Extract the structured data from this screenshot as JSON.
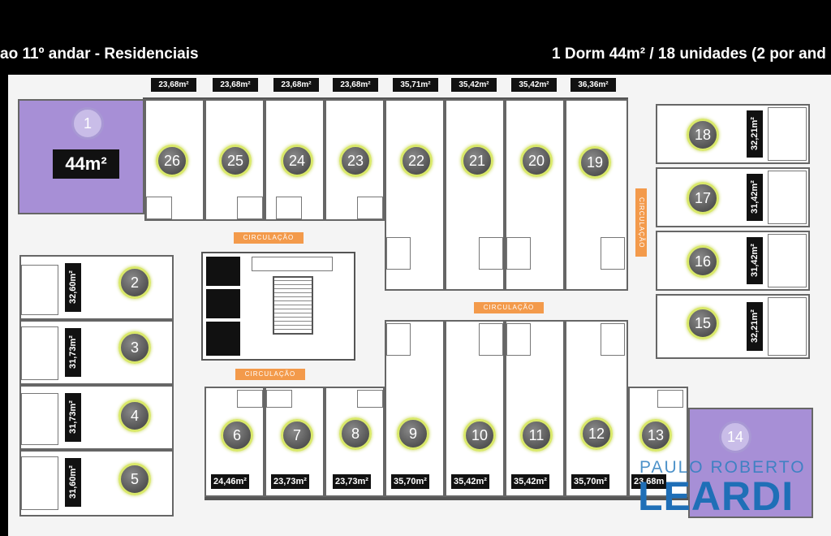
{
  "header": {
    "title_left": "ao 11º andar - Residenciais",
    "title_right": "1 Dorm  44m² / 18 unidades (2 por and"
  },
  "top_areas": [
    "23,68m²",
    "23,68m²",
    "23,68m²",
    "23,68m²",
    "35,71m²",
    "35,42m²",
    "35,42m²",
    "36,36m²"
  ],
  "circulation_label": "CIRCULAÇÃO",
  "unit1_area": "44m²",
  "top_units": [
    "26",
    "25",
    "24",
    "23",
    "22",
    "21",
    "20",
    "19"
  ],
  "right_units": [
    {
      "n": "18",
      "area": "32,21m²"
    },
    {
      "n": "17",
      "area": "31,42m²"
    },
    {
      "n": "16",
      "area": "31,42m²"
    },
    {
      "n": "15",
      "area": "32,21m²"
    }
  ],
  "left_units": [
    {
      "n": "2",
      "area": "32,60m²"
    },
    {
      "n": "3",
      "area": "31,73m²"
    },
    {
      "n": "4",
      "area": "31,73m²"
    },
    {
      "n": "5",
      "area": "31,60m²"
    }
  ],
  "bottom_units": [
    {
      "n": "6",
      "area": "24,46m²"
    },
    {
      "n": "7",
      "area": "23,73m²"
    },
    {
      "n": "8",
      "area": "23,73m²"
    },
    {
      "n": "9",
      "area": "35,70m²"
    },
    {
      "n": "10",
      "area": "35,42m²"
    },
    {
      "n": "11",
      "area": "35,42m²"
    },
    {
      "n": "12",
      "area": "35,70m²"
    },
    {
      "n": "13",
      "area": "23,68m"
    }
  ],
  "unit1": "1",
  "unit14": "14",
  "watermark": {
    "line1": "PAULO ROBERTO",
    "line2": "LEARDI"
  },
  "colors": {
    "highlight": "#a78fd6",
    "circulation": "#f39a4b",
    "badge_ring": "#d9e86a",
    "watermark": "#1f6fb7"
  }
}
